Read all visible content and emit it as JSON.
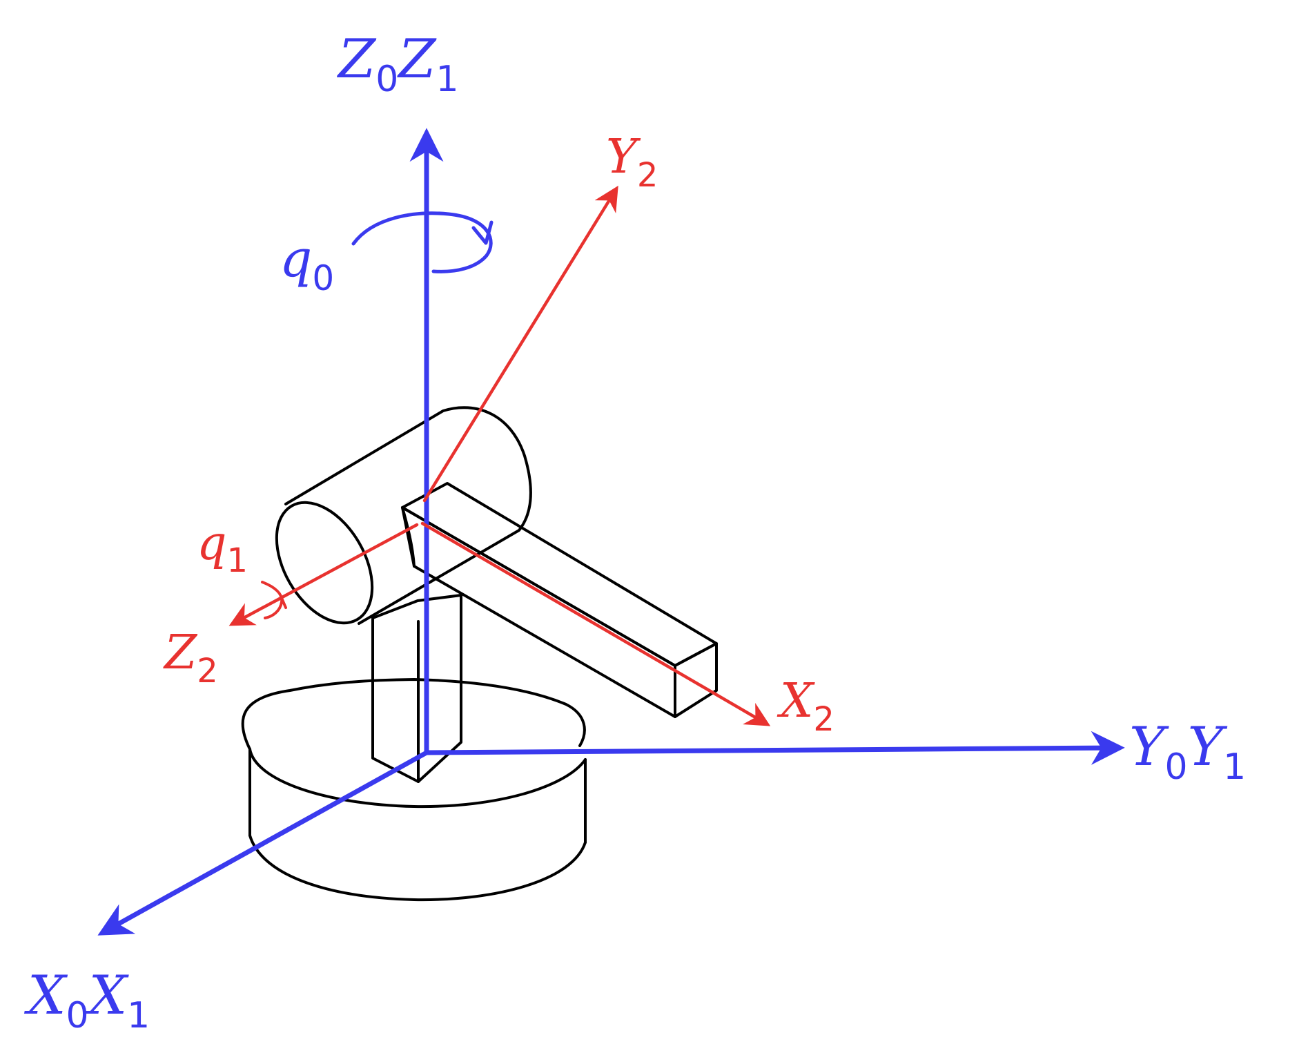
{
  "colors": {
    "base_frame": "#3a3aee",
    "link_frame": "#e8322f",
    "robot_outline": "#000000",
    "background": "#ffffff"
  },
  "labels": {
    "z0z1": {
      "a": "Z",
      "a_sub": "0",
      "b": "Z",
      "b_sub": "1"
    },
    "y0y1": {
      "a": "Y",
      "a_sub": "0",
      "b": "Y",
      "b_sub": "1"
    },
    "x0x1": {
      "a": "X",
      "a_sub": "0",
      "b": "X",
      "b_sub": "1"
    },
    "q0": {
      "a": "q",
      "a_sub": "0"
    },
    "y2": {
      "a": "Y",
      "a_sub": "2"
    },
    "x2": {
      "a": "X",
      "a_sub": "2"
    },
    "z2": {
      "a": "Z",
      "a_sub": "2"
    },
    "q1": {
      "a": "q",
      "a_sub": "1"
    }
  }
}
